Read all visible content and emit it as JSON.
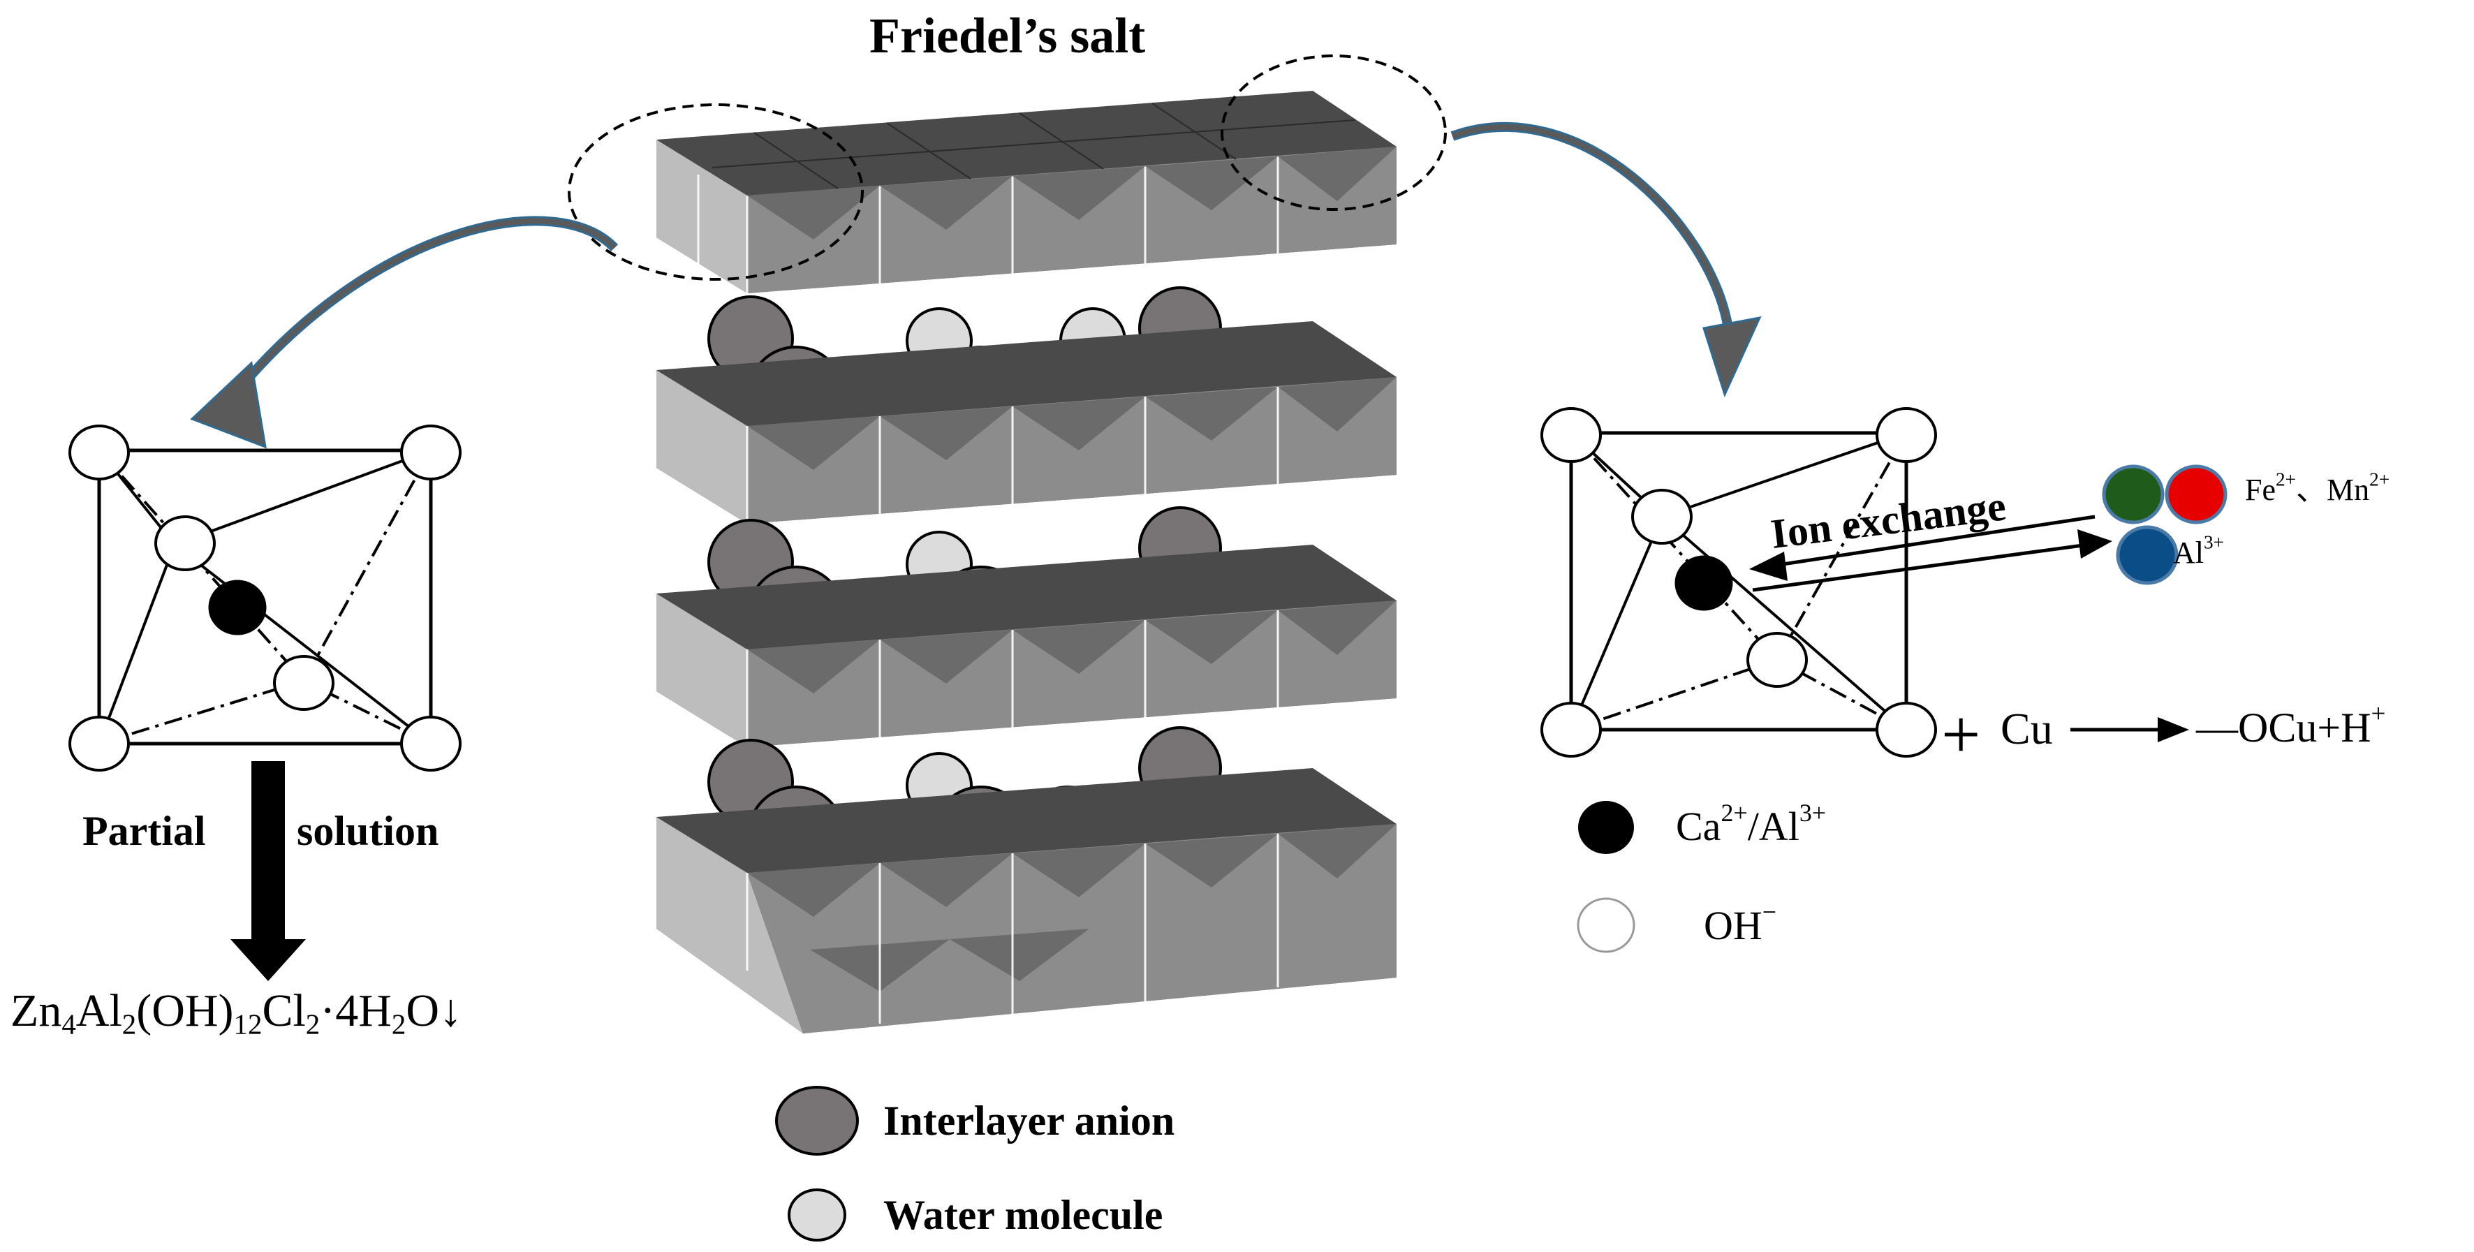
{
  "title": "Friedel’s salt",
  "left": {
    "label_partial": "Partial",
    "label_solution": "solution",
    "formula": {
      "t1": "Zn",
      "s1": "4",
      "t2": "Al",
      "s2": "2",
      "t3": "(OH)",
      "s3": "12",
      "t4": "Cl",
      "s4": "2",
      "t5": "·4H",
      "s5": "2",
      "t6": "O↓"
    }
  },
  "right": {
    "ion_exchange": "Ion exchange",
    "fe": "Fe",
    "fe_sup": "2+",
    "sep": "、",
    "mn": "Mn",
    "mn_sup": "2+",
    "al": "Al",
    "al_sup": "3+",
    "plus": "+",
    "cu": "Cu",
    "product": "—OCu+H",
    "product_sup": "+"
  },
  "legend_right": {
    "ca_text": "Ca",
    "ca_sup": "2+",
    "ca_mid": "/Al",
    "al_sup": "3+",
    "oh_text": "OH",
    "oh_sup": "−"
  },
  "legend_bottom": {
    "interlayer": "Interlayer anion",
    "water": "Water molecule"
  },
  "colors": {
    "arrow_blue": "#2e6a92",
    "arrow_gray": "#5a5a5a",
    "anion": "#787374",
    "water": "#dcdcdc",
    "green_ion": "#1f5c1c",
    "red_ion": "#e60000",
    "blue_ion": "#0b4d86"
  }
}
